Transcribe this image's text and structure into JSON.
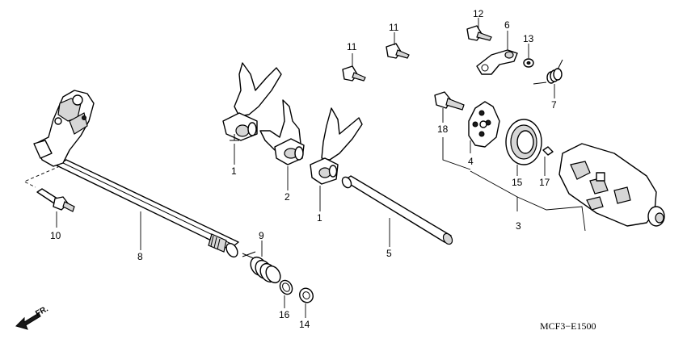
{
  "diagram": {
    "callouts": [
      {
        "id": "c1a",
        "text": "1"
      },
      {
        "id": "c1b",
        "text": "1"
      },
      {
        "id": "c2",
        "text": "2"
      },
      {
        "id": "c3",
        "text": "3"
      },
      {
        "id": "c4",
        "text": "4"
      },
      {
        "id": "c5",
        "text": "5"
      },
      {
        "id": "c6",
        "text": "6"
      },
      {
        "id": "c7",
        "text": "7"
      },
      {
        "id": "c8",
        "text": "8"
      },
      {
        "id": "c9",
        "text": "9"
      },
      {
        "id": "c10",
        "text": "10"
      },
      {
        "id": "c11a",
        "text": "11"
      },
      {
        "id": "c11b",
        "text": "11"
      },
      {
        "id": "c12",
        "text": "12"
      },
      {
        "id": "c13",
        "text": "13"
      },
      {
        "id": "c14",
        "text": "14"
      },
      {
        "id": "c15",
        "text": "15"
      },
      {
        "id": "c16",
        "text": "16"
      },
      {
        "id": "c17",
        "text": "17"
      },
      {
        "id": "c18",
        "text": "18"
      }
    ],
    "direction_label": "FR.",
    "drawing_code": "MCF3−E1500"
  }
}
